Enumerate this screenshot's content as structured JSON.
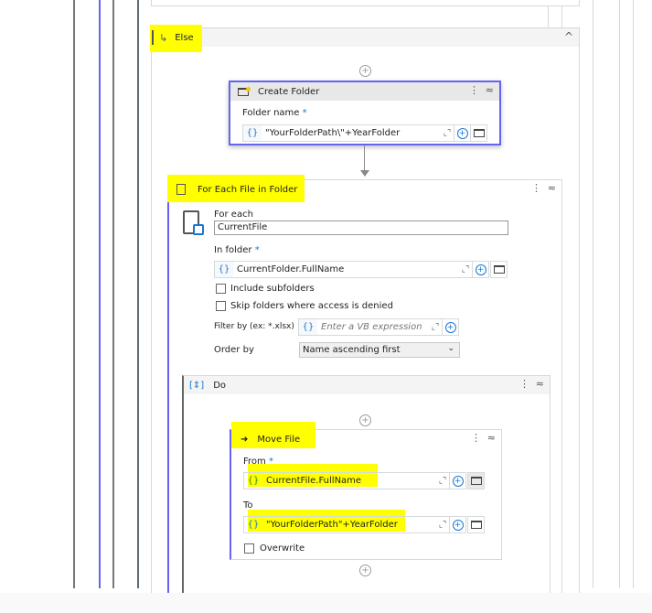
{
  "else_block": {
    "title": "Else",
    "icon": "else-arrow-icon",
    "collapse_icon": "chevron-up-icon"
  },
  "create_folder": {
    "title": "Create Folder",
    "icon": "create-folder-icon",
    "folder_name_label": "Folder name",
    "required_mark": "*",
    "folder_name_value": "\"YourFolderPath\\\"+YearFolder"
  },
  "for_each": {
    "title": "For Each File in Folder",
    "icon": "for-each-file-icon",
    "for_each_label": "For each",
    "for_each_value": "CurrentFile",
    "in_folder_label": "In folder",
    "required_mark": "*",
    "in_folder_value": "CurrentFolder.FullName",
    "include_subfolders_label": "Include subfolders",
    "include_subfolders_checked": false,
    "skip_denied_label": "Skip folders where access is denied",
    "skip_denied_checked": false,
    "filter_label": "Filter by (ex: *.xlsx)",
    "filter_placeholder": "Enter a VB expression",
    "order_label": "Order by",
    "order_value": "Name ascending first"
  },
  "do_block": {
    "title": "Do",
    "icon": "sequence-icon"
  },
  "move_file": {
    "title": "Move File",
    "icon": "move-file-icon",
    "from_label": "From",
    "required_mark": "*",
    "from_value": "CurrentFile.FullName",
    "to_label": "To",
    "to_value": "\"YourFolderPath\"+YearFolder",
    "overwrite_label": "Overwrite",
    "overwrite_checked": false
  },
  "glyphs": {
    "brace": "{}",
    "dots": "⋮",
    "dchev": "⌃",
    "chev_up": "^",
    "plus": "+",
    "expand": "⌞⌝",
    "select_arrow": "⌄"
  },
  "colors": {
    "accent": "#6464f0",
    "highlight": "#ffff00",
    "link_blue": "#1976d2"
  }
}
